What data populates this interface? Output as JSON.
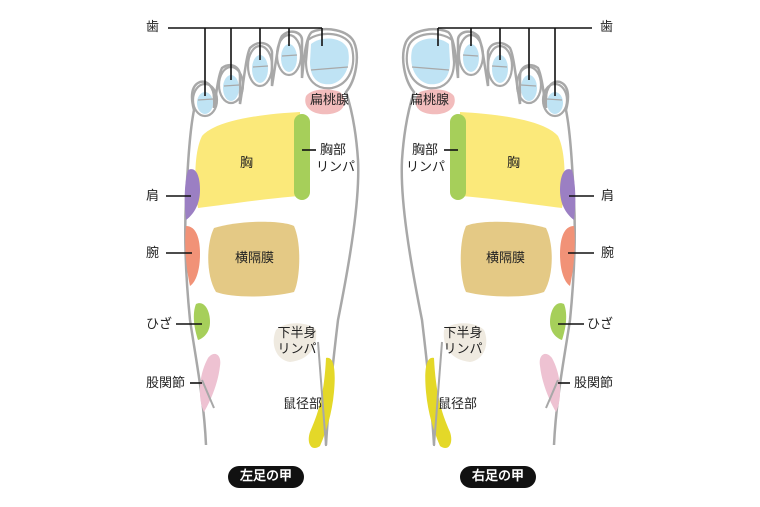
{
  "colors": {
    "outline": "#a8a8a8",
    "leader": "#111111",
    "teeth": "#bfe3f4",
    "tonsils": "#f2bcbc",
    "chest": "#fbe97a",
    "chest_lymph": "#a6cf5a",
    "shoulder": "#9b7fc3",
    "arm": "#f19277",
    "diaphragm": "#e4c985",
    "knee": "#a6cf5a",
    "hip_joint": "#eec2d2",
    "lower_body_lymph": "#efeae0",
    "groin": "#e4d828",
    "badge_bg": "#111111",
    "badge_text": "#ffffff"
  },
  "left_foot": {
    "caption": "左足の甲",
    "labels": {
      "teeth": "歯",
      "tonsils": "扁桃腺",
      "chest": "胸",
      "chest_lymph_1": "胸部",
      "chest_lymph_2": "リンパ",
      "shoulder": "肩",
      "arm": "腕",
      "diaphragm": "横隔膜",
      "knee": "ひざ",
      "lower_body_lymph_1": "下半身",
      "lower_body_lymph_2": "リンパ",
      "hip_joint": "股関節",
      "groin": "鼠径部"
    }
  },
  "right_foot": {
    "caption": "右足の甲",
    "labels": {
      "teeth": "歯",
      "tonsils": "扁桃腺",
      "chest": "胸",
      "chest_lymph_1": "胸部",
      "chest_lymph_2": "リンパ",
      "shoulder": "肩",
      "arm": "腕",
      "diaphragm": "横隔膜",
      "knee": "ひざ",
      "lower_body_lymph_1": "下半身",
      "lower_body_lymph_2": "リンパ",
      "hip_joint": "股関節",
      "groin": "鼠径部"
    }
  }
}
